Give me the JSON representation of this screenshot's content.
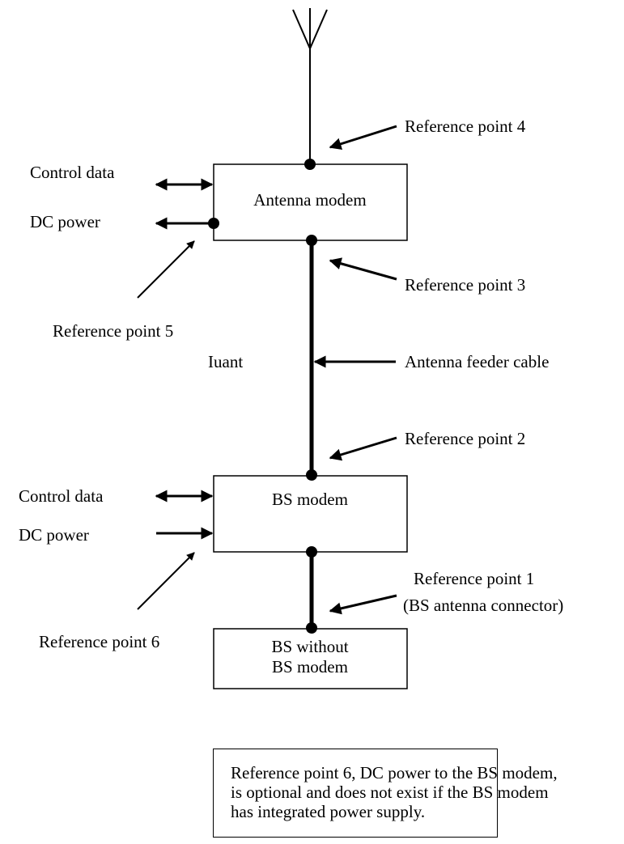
{
  "blocks": {
    "antenna_modem": "Antenna modem",
    "bs_modem": "BS modem",
    "bs_without_line1": "BS without",
    "bs_without_line2": "BS modem"
  },
  "labels": {
    "control_data_top": "Control data",
    "dc_power_top": "DC power",
    "control_data_bottom": "Control data",
    "dc_power_bottom": "DC power",
    "iuant": "Iuant",
    "antenna_feeder_cable": "Antenna feeder cable"
  },
  "reference_points": {
    "rp1_line1": "Reference point 1",
    "rp1_line2": "(BS antenna connector)",
    "rp2": "Reference point 2",
    "rp3": "Reference point 3",
    "rp4": "Reference point 4",
    "rp5": "Reference point 5",
    "rp6": "Reference point 6"
  },
  "note": {
    "line1": "Reference point 6, DC power to the BS modem,",
    "line2": "is optional and does not exist if the BS modem",
    "line3": "has integrated power supply."
  },
  "colors": {
    "line": "#000000",
    "background": "#ffffff"
  }
}
